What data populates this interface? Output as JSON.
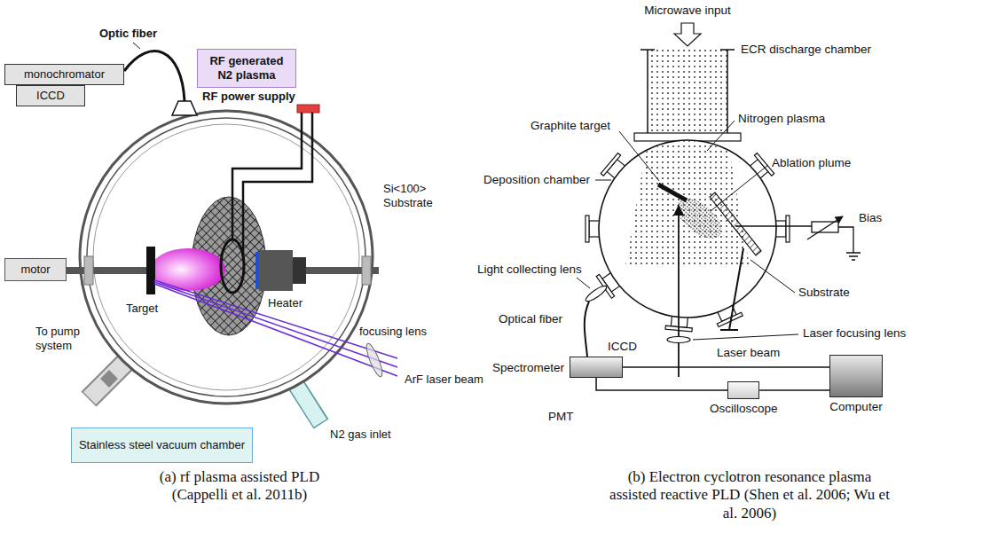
{
  "diagram": {
    "nodes": [
      {
        "text": [
          "monochromator"
        ]
      },
      {
        "text": [
          "ICCD"
        ]
      },
      {
        "text": [
          "RF generated N2 plasma"
        ]
      },
      {
        "text": [
          "Stainless steel vacuum chamber"
        ]
      },
      {
        "text": [
          "motor"
        ]
      },
      {
        "text": [
          "Spectrometer"
        ]
      },
      {
        "text": [
          "Oscilloscope"
        ]
      },
      {
        "text": [
          "Computer"
        ]
      }
    ],
    "edges": [
      {
        "from": 5,
        "to": 7,
        "arrow": "none"
      },
      {
        "from": 5,
        "to": 6,
        "arrow": "none"
      },
      {
        "from": 6,
        "to": 7,
        "arrow": "none"
      }
    ],
    "labels": [
      "Optic fiber",
      "RF power supply",
      "Si<100> Substrate",
      "Target",
      "Heater",
      "To pump system",
      "focusing lens",
      "ArF laser beam",
      "N2 gas inlet",
      "(a) rf plasma assisted PLD (Cappelli et al. 2011b)",
      "Microwave input",
      "ECR discharge chamber",
      "Graphite target",
      "Nitrogen plasma",
      "Deposition chamber",
      "Ablation plume",
      "Light collecting lens",
      "Bias",
      "Optical fiber",
      "Substrate",
      "ICCD",
      "Laser focusing lens",
      "Laser beam",
      "PMT",
      "(b) Electron cyclotron resonance plasma assisted reactive PLD (Shen et al. 2006; Wu et al. 2006)"
    ]
  }
}
